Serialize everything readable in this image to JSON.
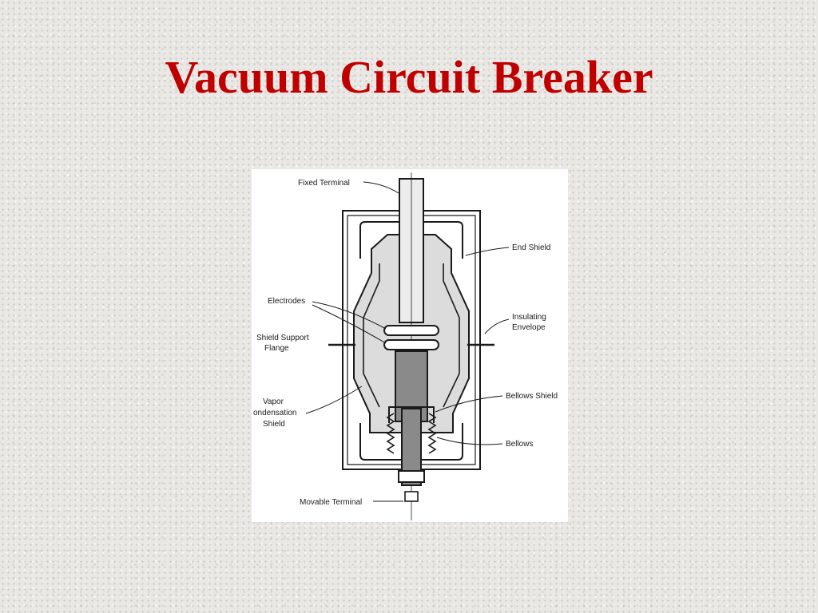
{
  "slide": {
    "title": "Vacuum Circuit Breaker"
  },
  "diagram": {
    "labels": {
      "fixed_terminal": "Fixed Terminal",
      "end_shield": "End Shield",
      "electrodes": "Electrodes",
      "insulating_1": "Insulating",
      "insulating_2": "Envelope",
      "shield_support_1": "Shield Support",
      "shield_support_2": "Flange",
      "vapor_1": "Vapor",
      "vapor_2": "ondensation",
      "vapor_3": "Shield",
      "bellows_shield": "Bellows Shield",
      "bellows": "Bellows",
      "movable_terminal": "Movable Terminal"
    }
  },
  "colors": {
    "title": "#c00000",
    "fill_light": "#dcdcdc",
    "fill_dark": "#8a8a8a",
    "line": "#1a1a1a"
  }
}
